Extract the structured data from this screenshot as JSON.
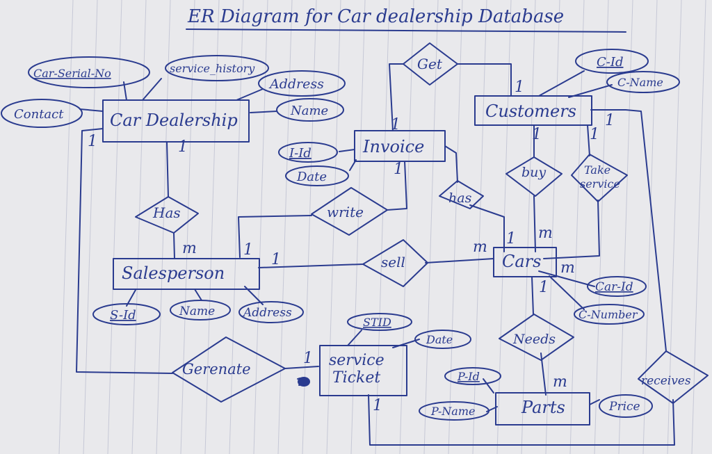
{
  "title": "ER Diagram for Car dealership Database",
  "entities": {
    "car_dealership": "Car Dealership",
    "customers": "Customers",
    "invoice": "Invoice",
    "salesperson": "Salesperson",
    "cars": "Cars",
    "service_ticket_line1": "service",
    "service_ticket_line2": "Ticket",
    "parts": "Parts"
  },
  "relationships": {
    "get": "Get",
    "has_dealer": "Has",
    "write": "write",
    "has_invoice": "has",
    "buy": "buy",
    "take_service_line1": "Take",
    "take_service_line2": "service",
    "sell": "sell",
    "needs": "Needs",
    "generate": "Gerenate",
    "receives": "receives"
  },
  "attributes": {
    "car_serial_no": "Car-Serial-No",
    "service_history": "service_history",
    "address_dealer": "Address",
    "name_dealer": "Name",
    "contact": "Contact",
    "i_id": "I-Id",
    "date_invoice": "Date",
    "c_id": "C-Id",
    "c_name": "C-Name",
    "s_id": "S-Id",
    "name_sales": "Name",
    "address_sales": "Address",
    "car_id": "Car-Id",
    "c_number": "C-Number",
    "stid": "STID",
    "date_ticket": "Date",
    "p_id": "P-Id",
    "p_name": "P-Name",
    "price": "Price"
  },
  "cardinalities": {
    "one": "1",
    "many": "m"
  }
}
